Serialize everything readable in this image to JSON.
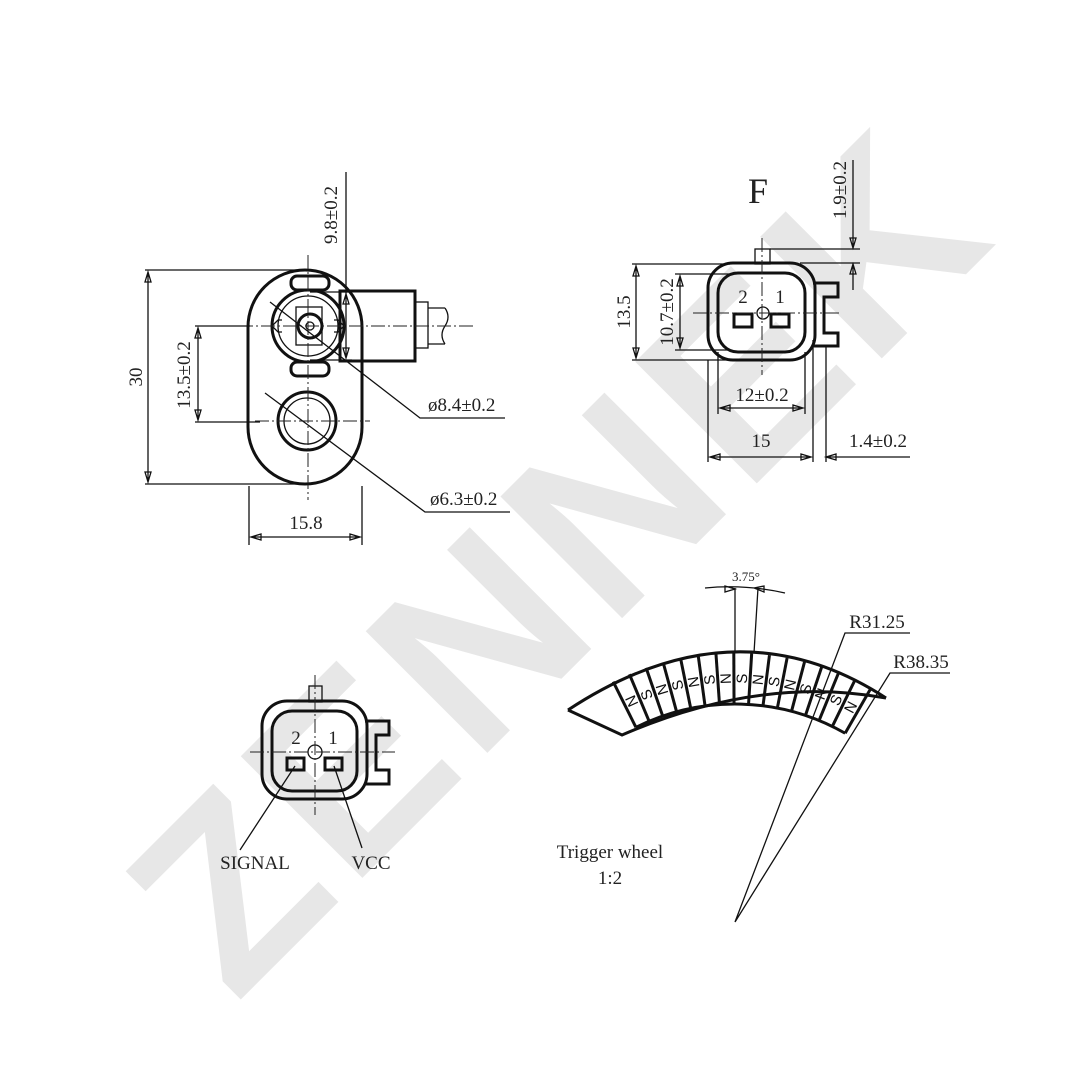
{
  "watermark": "ZENNEK",
  "side_view": {
    "dim_height": "30",
    "dim_pitch": "13.5±0.2",
    "dim_offset": "9.8±0.2",
    "dim_dia_connector": "ø8.4±0.2",
    "dim_dia_hole": "ø6.3±0.2",
    "dim_width": "15.8"
  },
  "view_f": {
    "label": "F",
    "dim_height": "13.5",
    "dim_inner_height": "10.7±0.2",
    "dim_inner_width": "12±0.2",
    "dim_width": "15",
    "dim_latch": "1.4±0.2",
    "dim_tab": "1.9±0.2",
    "pin_2": "2",
    "pin_1": "1"
  },
  "pinout": {
    "pin_2": "2",
    "pin_1": "1",
    "signal_label": "SIGNAL",
    "vcc_label": "VCC"
  },
  "trigger_wheel": {
    "title": "Trigger wheel",
    "scale": "1:2",
    "pitch_angle": "3.75°",
    "inner_radius": "R31.25",
    "outer_radius": "R38.35",
    "poles": [
      "N",
      "S",
      "N",
      "S",
      "N",
      "S",
      "N",
      "S",
      "N",
      "S",
      "N",
      "S",
      "N",
      "S",
      "N"
    ]
  }
}
